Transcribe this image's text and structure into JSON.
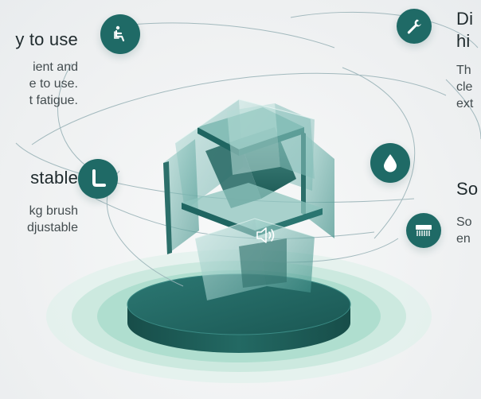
{
  "features": {
    "easy_to_use": {
      "title": "y to use",
      "lines": [
        "ient and",
        "e to use.",
        "t fatigue."
      ],
      "icon": "seat-icon"
    },
    "adjustable": {
      "title": "stable",
      "lines": [
        "kg brush",
        "djustable"
      ],
      "icon": "chair-back-icon"
    },
    "maintenance": {
      "title_lines": [
        "Di",
        "hi"
      ],
      "lines": [
        "Th",
        "cle",
        "ext"
      ],
      "icon": "wrench-icon"
    },
    "drop": {
      "icon": "water-drop-icon"
    },
    "brush": {
      "title": "So",
      "lines": [
        "So",
        "en"
      ],
      "icon": "brush-icon"
    },
    "center": {
      "icon": "speaker-icon"
    }
  },
  "colors": {
    "primary": "#1f6a66",
    "platform": "#1e5f5b",
    "glass": "#8fc3c0",
    "halo": "#9ad1c6",
    "text": "#2d3a3d"
  }
}
